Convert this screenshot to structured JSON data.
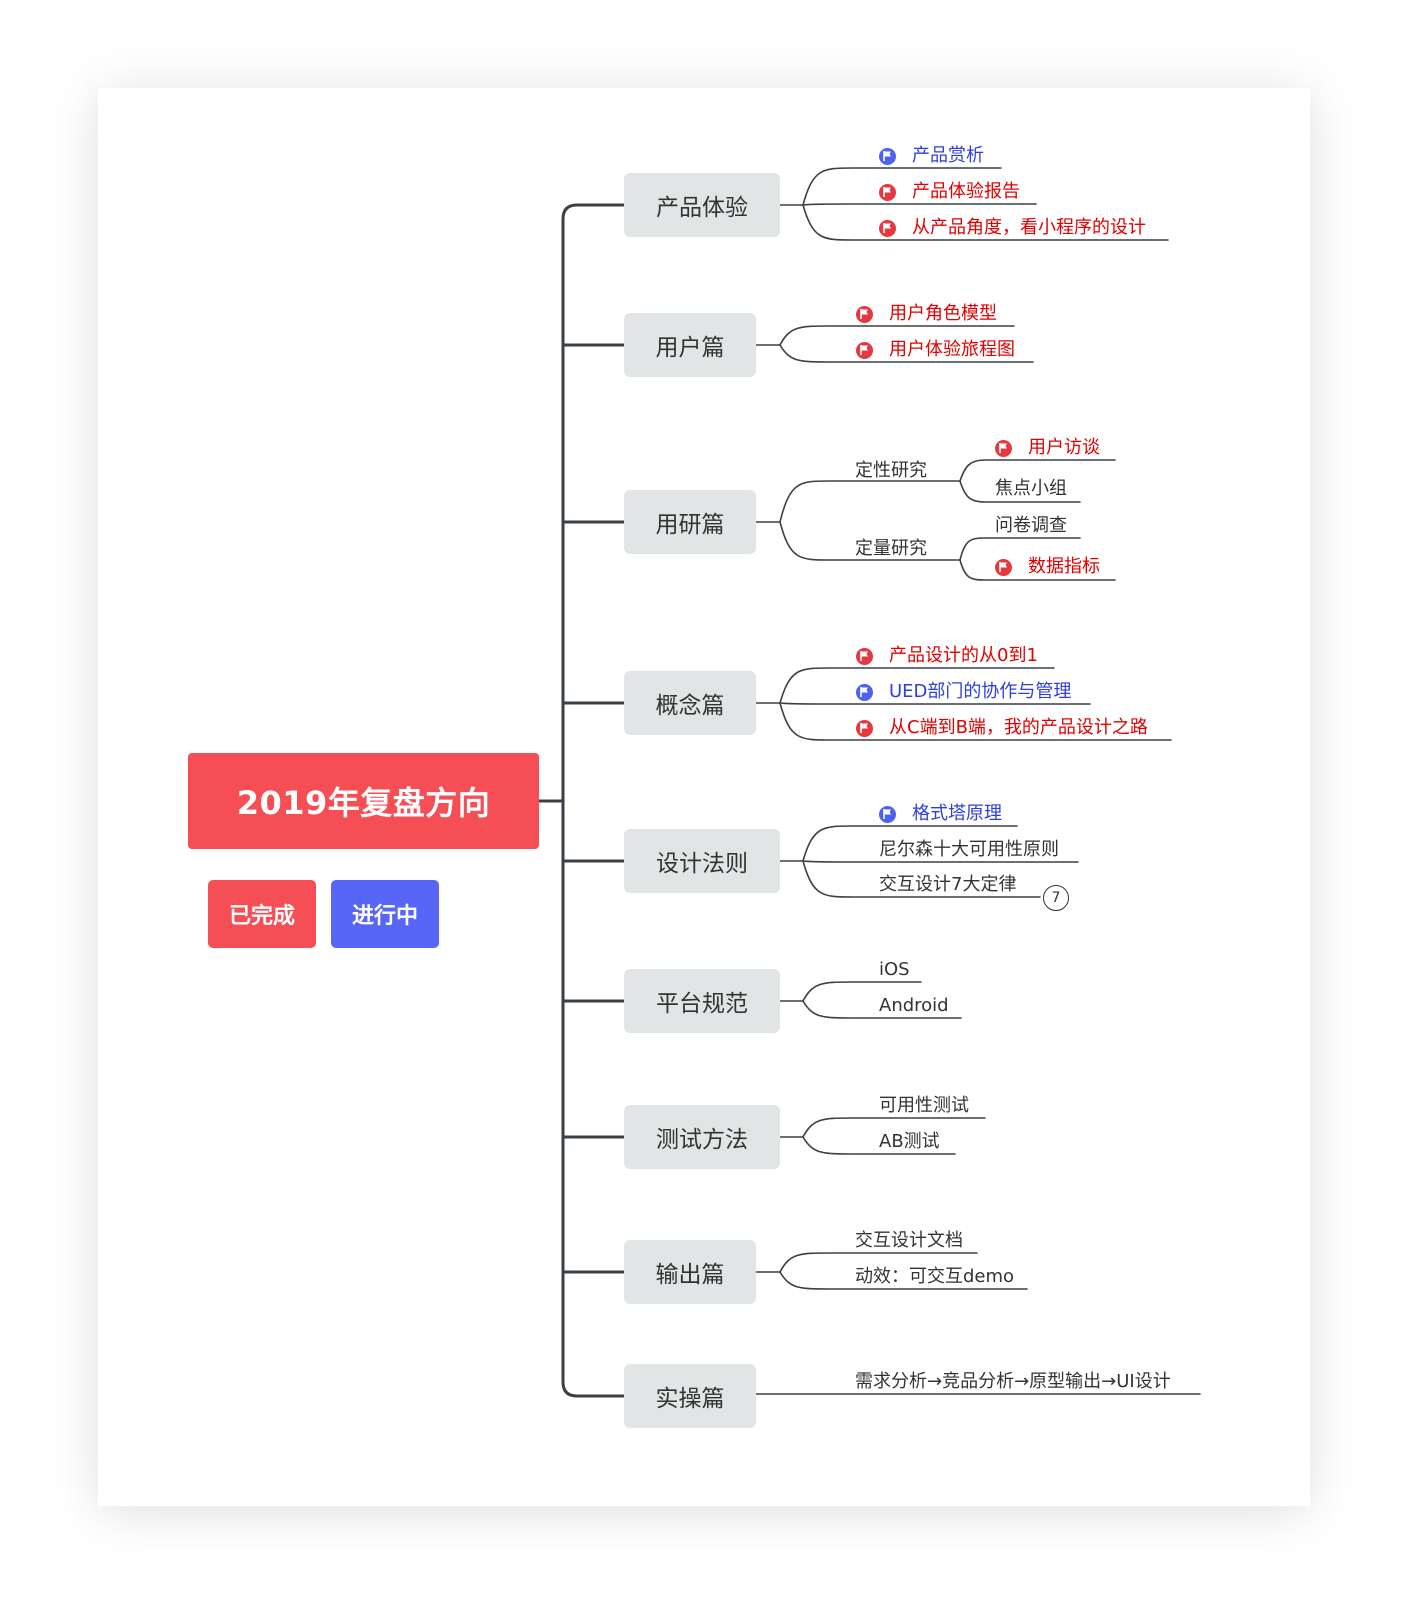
{
  "root": {
    "title": "2019年复盘方向"
  },
  "legend": {
    "done": {
      "label": "已完成",
      "color": "#f54e55"
    },
    "in_progress": {
      "label": "进行中",
      "color": "#5866f7"
    }
  },
  "colors": {
    "done_text": "#e30000",
    "in_progress_text": "#2b3fe0",
    "plain_text": "#333333",
    "connector": "#3b4046"
  },
  "branches": [
    {
      "label": "产品体验",
      "children": [
        {
          "label": "产品赏析",
          "status": "in_progress"
        },
        {
          "label": "产品体验报告",
          "status": "done"
        },
        {
          "label": "从产品角度，看小程序的设计",
          "status": "done"
        }
      ]
    },
    {
      "label": "用户篇",
      "children": [
        {
          "label": "用户角色模型",
          "status": "done"
        },
        {
          "label": "用户体验旅程图",
          "status": "done"
        }
      ]
    },
    {
      "label": "用研篇",
      "children": [
        {
          "label": "定性研究",
          "children": [
            {
              "label": "用户访谈",
              "status": "done"
            },
            {
              "label": "焦点小组",
              "status": "none"
            }
          ]
        },
        {
          "label": "定量研究",
          "children": [
            {
              "label": "问卷调查",
              "status": "none"
            },
            {
              "label": "数据指标",
              "status": "done"
            }
          ]
        }
      ]
    },
    {
      "label": "概念篇",
      "children": [
        {
          "label": "产品设计的从0到1",
          "status": "done"
        },
        {
          "label": "UED部门的协作与管理",
          "status": "in_progress"
        },
        {
          "label": "从C端到B端，我的产品设计之路",
          "status": "done"
        }
      ]
    },
    {
      "label": "设计法则",
      "children": [
        {
          "label": "格式塔原理",
          "status": "in_progress"
        },
        {
          "label": "尼尔森十大可用性原则",
          "status": "none"
        },
        {
          "label": "交互设计7大定律",
          "status": "none",
          "badge": "7"
        }
      ]
    },
    {
      "label": "平台规范",
      "children": [
        {
          "label": "iOS",
          "status": "none"
        },
        {
          "label": "Android",
          "status": "none"
        }
      ]
    },
    {
      "label": "测试方法",
      "children": [
        {
          "label": "可用性测试",
          "status": "none"
        },
        {
          "label": "AB测试",
          "status": "none"
        }
      ]
    },
    {
      "label": "输出篇",
      "children": [
        {
          "label": "交互设计文档",
          "status": "none"
        },
        {
          "label": "动效：可交互demo",
          "status": "none"
        }
      ]
    },
    {
      "label": "实操篇",
      "children": [
        {
          "label": "需求分析→竞品分析→原型输出→UI设计",
          "status": "none"
        }
      ]
    }
  ]
}
